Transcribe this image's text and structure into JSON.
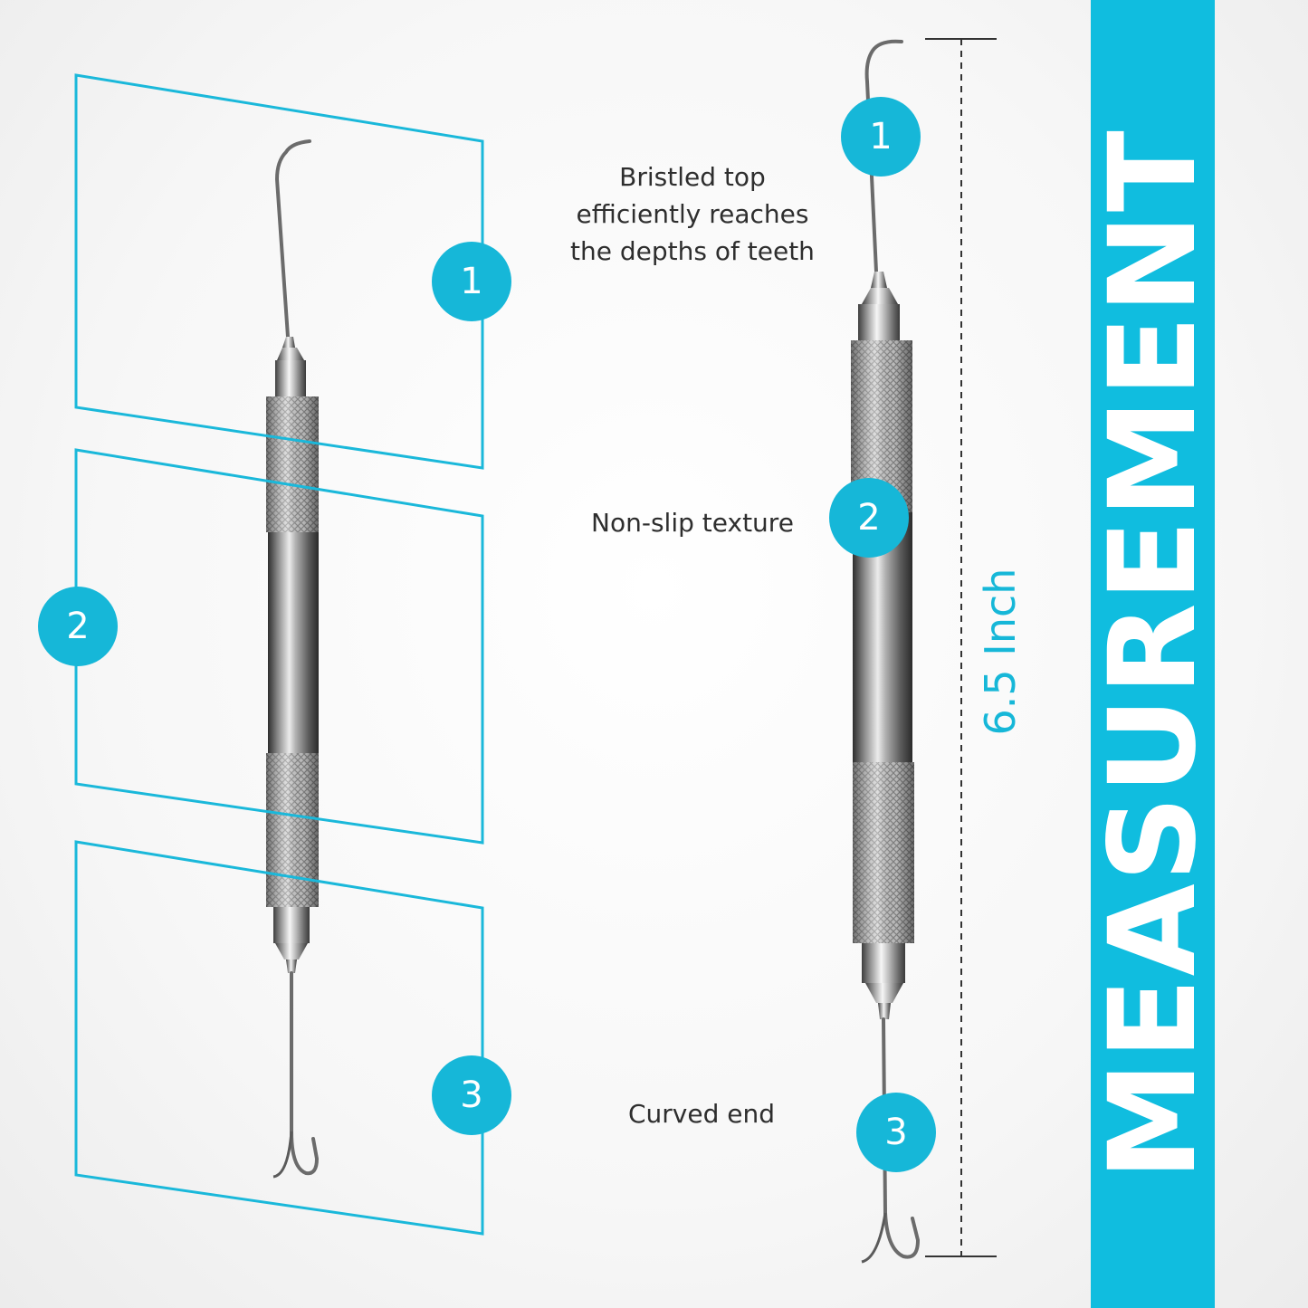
{
  "banner": {
    "title": "MEASUREMENT"
  },
  "features": [
    {
      "number": "1",
      "caption_lines": [
        "Bristled top",
        "efficiently reaches",
        "the depths of teeth"
      ]
    },
    {
      "number": "2",
      "caption_lines": [
        "Non-slip texture"
      ]
    },
    {
      "number": "3",
      "caption_lines": [
        "Curved end"
      ]
    }
  ],
  "dimension": {
    "label": "6.5 Inch"
  },
  "colors": {
    "accent": "#16b7d8",
    "banner": "#10bddf",
    "text": "#2e2e2e",
    "steel_dark": "#5a5a5a",
    "steel_light": "#f4f4f4"
  },
  "icons": [
    "dental-scaler-tool"
  ]
}
